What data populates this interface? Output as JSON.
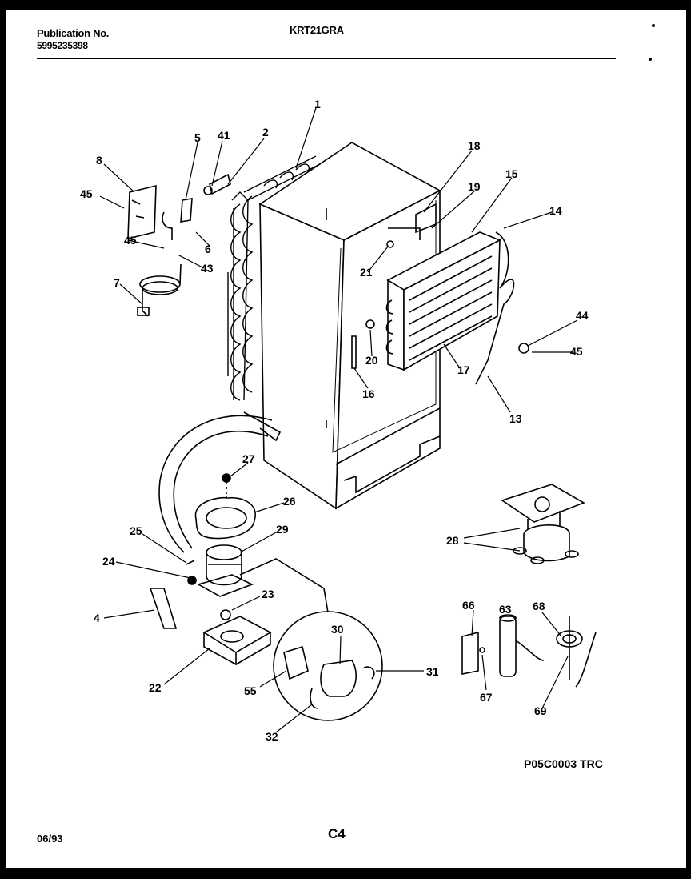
{
  "header": {
    "publication_label": "Publication No.",
    "publication_number": "5995235398",
    "model": "KRT21GRA"
  },
  "diagram": {
    "callouts": [
      "1",
      "2",
      "41",
      "5",
      "8",
      "45",
      "45",
      "6",
      "43",
      "7",
      "18",
      "19",
      "15",
      "14",
      "21",
      "20",
      "16",
      "17",
      "13",
      "44",
      "45",
      "27",
      "26",
      "25",
      "29",
      "24",
      "23",
      "4",
      "22",
      "28",
      "30",
      "31",
      "55",
      "32",
      "66",
      "63",
      "68",
      "67",
      "69"
    ],
    "diagram_id": "P05C0003 TRC"
  },
  "footer": {
    "date": "06/93",
    "page_code": "C4"
  }
}
